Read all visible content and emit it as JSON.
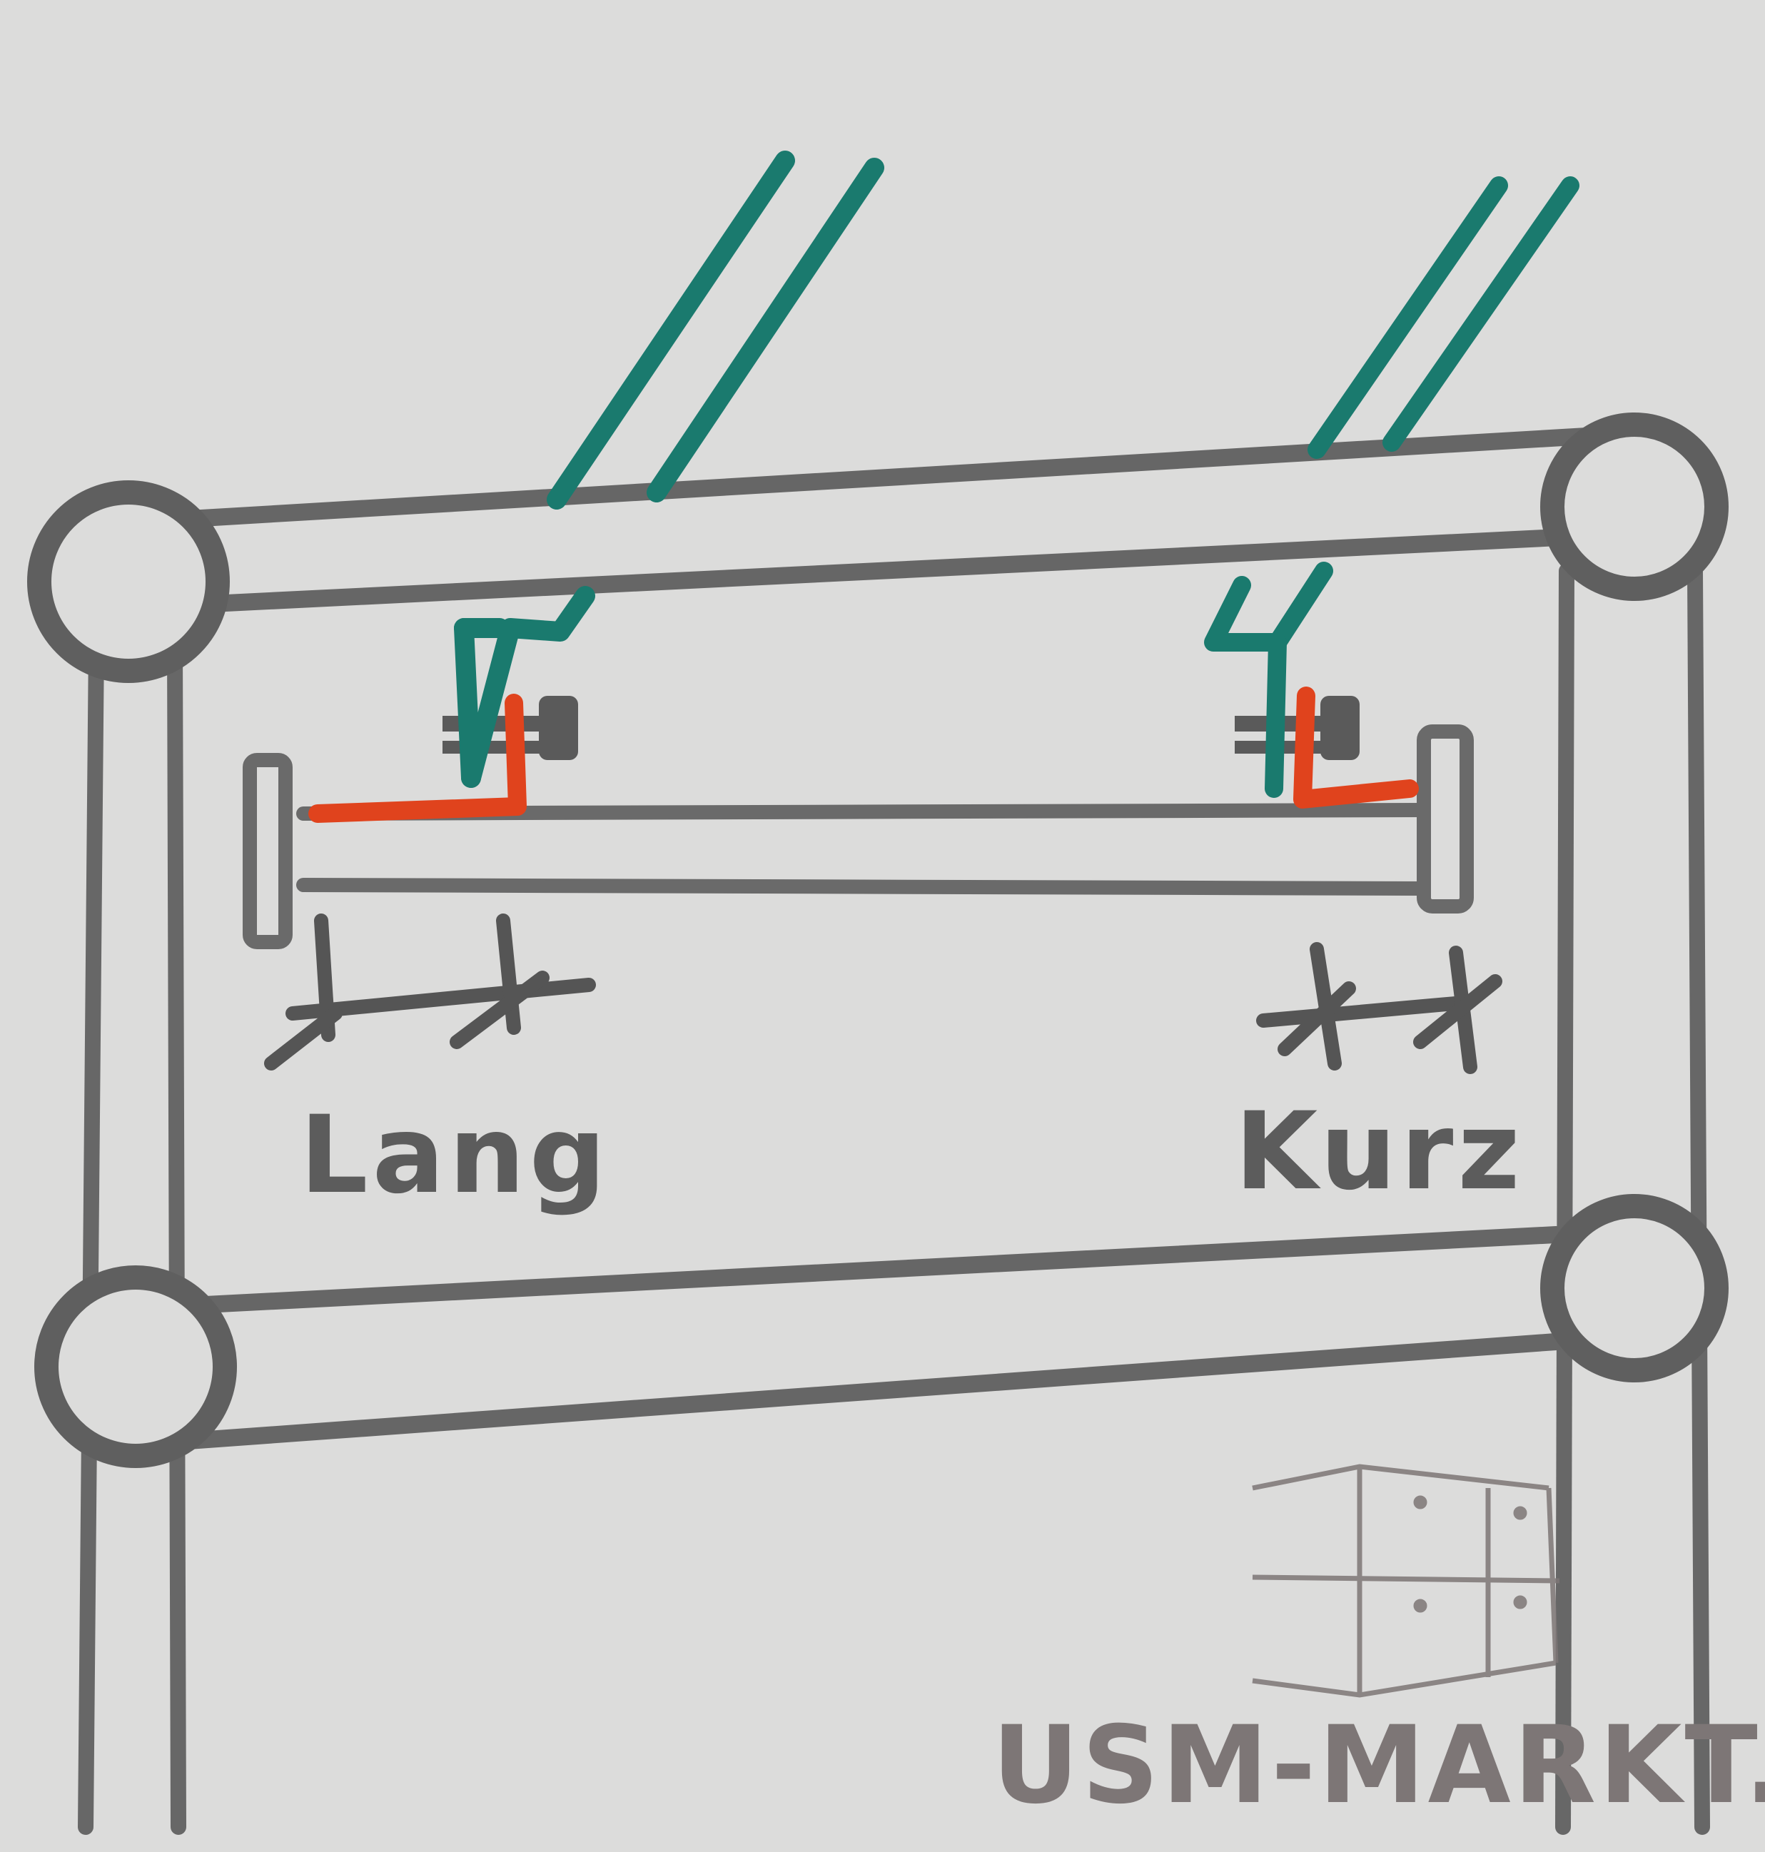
{
  "labels": {
    "left_dimension": "Lang",
    "right_dimension": "Kurz"
  },
  "watermark": {
    "text": "USM-MARKT.CH",
    "icon": "cabinet-logo-icon"
  },
  "colors": {
    "paper": "#dcdcdb",
    "frame_gray": "#666666",
    "teal_marker": "#1a7a6e",
    "red_marker": "#e0431d",
    "watermark": "#7d7676"
  }
}
